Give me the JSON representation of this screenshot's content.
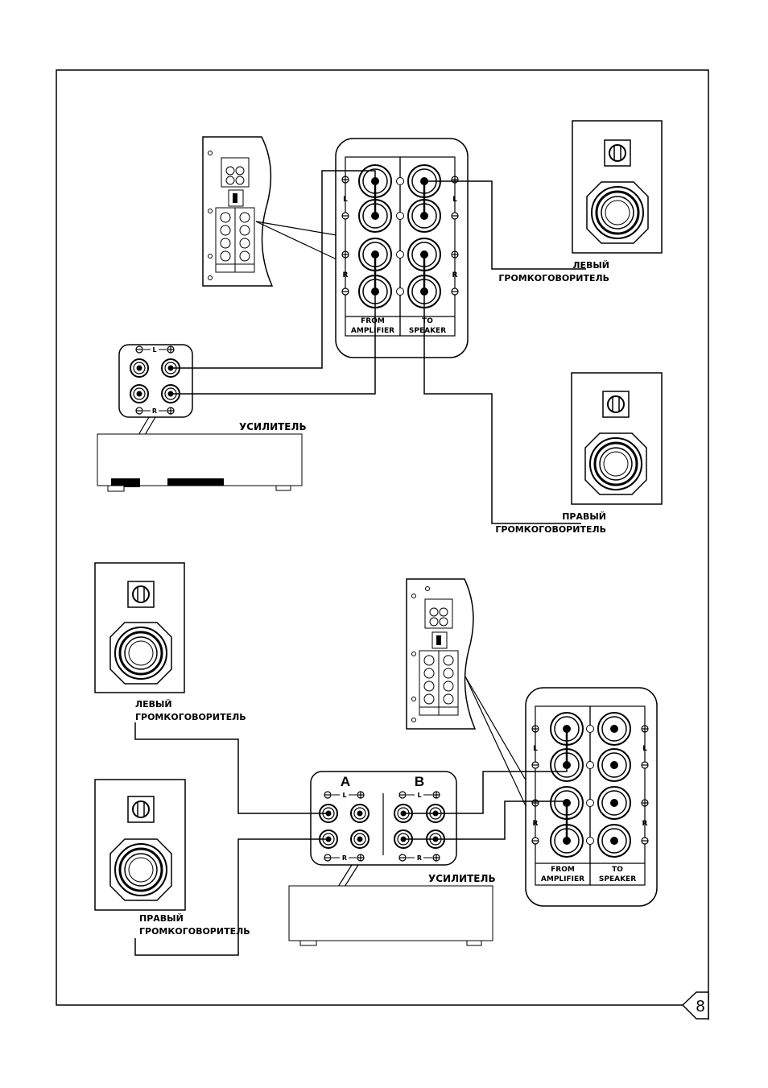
{
  "page": {
    "number": "8"
  },
  "labels": {
    "left_speaker_line1": "ЛЕВЫЙ",
    "right_speaker_line1": "ПРАВЫЙ",
    "speaker_line2": "ГРОМКОГОВОРИТЕЛЬ",
    "amplifier": "УСИЛИТЕЛЬ",
    "from_line1": "FROM",
    "from_line2": "AMPLIFIER",
    "to_line1": "TO",
    "to_line2": "SPEAKER",
    "channel_left": "L",
    "channel_right": "R",
    "group_a": "A",
    "group_b": "B"
  },
  "icons": [
    "minus-terminal-icon",
    "plus-terminal-icon",
    "binding-post-icon",
    "tweeter-icon",
    "woofer-icon"
  ]
}
